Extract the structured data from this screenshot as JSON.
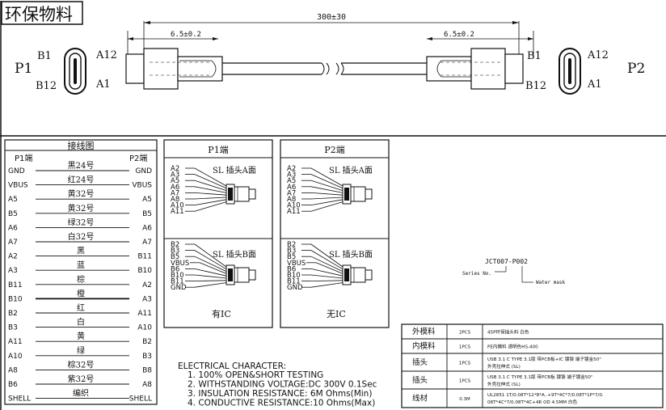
{
  "title": "环保物料",
  "top": {
    "total_length": "300±30",
    "left_dim": "6.5±0.2",
    "right_dim": "6.5±0.2",
    "p1": {
      "label": "P1",
      "b1": "B1",
      "b12": "B12",
      "a12": "A12",
      "a1": "A1"
    },
    "p2": {
      "label": "P2",
      "b1": "B1",
      "b12": "B12",
      "a12": "A12",
      "a1": "A1"
    }
  },
  "wiring": {
    "title": "接线图",
    "left_header": "P1端",
    "right_header": "P2端",
    "rows": [
      {
        "l": "GND",
        "c": "黑24号",
        "r": "GND"
      },
      {
        "l": "VBUS",
        "c": "红24号",
        "r": "VBUS"
      },
      {
        "l": "A5",
        "c": "黄32号",
        "r": "A5"
      },
      {
        "l": "B5",
        "c": "黄32号",
        "r": "B5"
      },
      {
        "l": "A6",
        "c": "绿32号",
        "r": "A6"
      },
      {
        "l": "A7",
        "c": "白32号",
        "r": "A7"
      },
      {
        "l": "A2",
        "c": "黑",
        "r": "B11"
      },
      {
        "l": "A3",
        "c": "蓝",
        "r": "B10"
      },
      {
        "l": "B11",
        "c": "棕",
        "r": "A2"
      },
      {
        "l": "B10",
        "c": "橙",
        "r": "A3"
      },
      {
        "l": "B2",
        "c": "红",
        "r": "A11"
      },
      {
        "l": "B3",
        "c": "白",
        "r": "A10"
      },
      {
        "l": "A11",
        "c": "黄",
        "r": "B2"
      },
      {
        "l": "A10",
        "c": "绿",
        "r": "B3"
      },
      {
        "l": "A8",
        "c": "棕32号",
        "r": "B8"
      },
      {
        "l": "B6",
        "c": "紫32号",
        "r": "A8"
      },
      {
        "l": "SHELL",
        "c": "编织",
        "r": "SHELL"
      }
    ]
  },
  "p1_panel": {
    "title": "P1端",
    "a_label": "SL 插头A面",
    "b_label": "SL 插头B面",
    "a_pins": [
      "A2",
      "A3",
      "A5",
      "A6",
      "A7",
      "A8",
      "A10",
      "A11"
    ],
    "b_pins": [
      "B2",
      "B3",
      "B5",
      "VBUS",
      "B6",
      "B10",
      "B11",
      "GND"
    ],
    "note": "有IC"
  },
  "p2_panel": {
    "title": "P2端",
    "a_label": "SL 插头A面",
    "b_label": "SL 插头B面",
    "a_pins": [
      "A2",
      "A3",
      "A5",
      "A6",
      "A7",
      "A8",
      "A10",
      "A11"
    ],
    "b_pins": [
      "B2",
      "B3",
      "B5",
      "VBUS",
      "B6",
      "B10",
      "B11",
      "GND"
    ],
    "note": "无IC"
  },
  "marking": {
    "code": "JCT007-P002",
    "series": "Series No.",
    "water": "Water mask"
  },
  "electrical": {
    "title": "ELECTRICAL CHARACTER:",
    "lines": [
      "1. 100% OPEN&SHORT TESTING",
      "2. WITHSTANDING VOLTAGE:DC 300V 0.1Sec",
      "3. INSULATION RESISTANCE: 6M Ohms(Min)",
      "4. CONDUCTIVE RESISTANCE:10 Ohms(Max)"
    ]
  },
  "bom": [
    {
      "name": "外模料",
      "qty": "2PCS",
      "desc": "45P环保插头料 白色"
    },
    {
      "name": "内模料",
      "qty": "1PCS",
      "desc": "PE内模料 透明色HS-400"
    },
    {
      "name": "插头",
      "qty": "1PCS",
      "desc": "USB 3.1 C TYPE 3.1版 带PCB板+IC  镀镍 端子镀金50\"",
      "desc2": "外壳拉伸式 (SL)"
    },
    {
      "name": "插头",
      "qty": "1PCS",
      "desc": "USB 3.1 C TYPE 3.1版 带PCB板  镀镍 端子镀金50\"",
      "desc2": "外壳拉伸式 (SL)"
    },
    {
      "name": "线材",
      "qty": "0.3M",
      "desc": "UL2851 1T/0.08T*12*8*A..+9T*4C*7/0.08T*1P*7/0.",
      "desc2": "08T*4C*7/0.08T*4C+4R OD 4.5MM 白色"
    }
  ]
}
